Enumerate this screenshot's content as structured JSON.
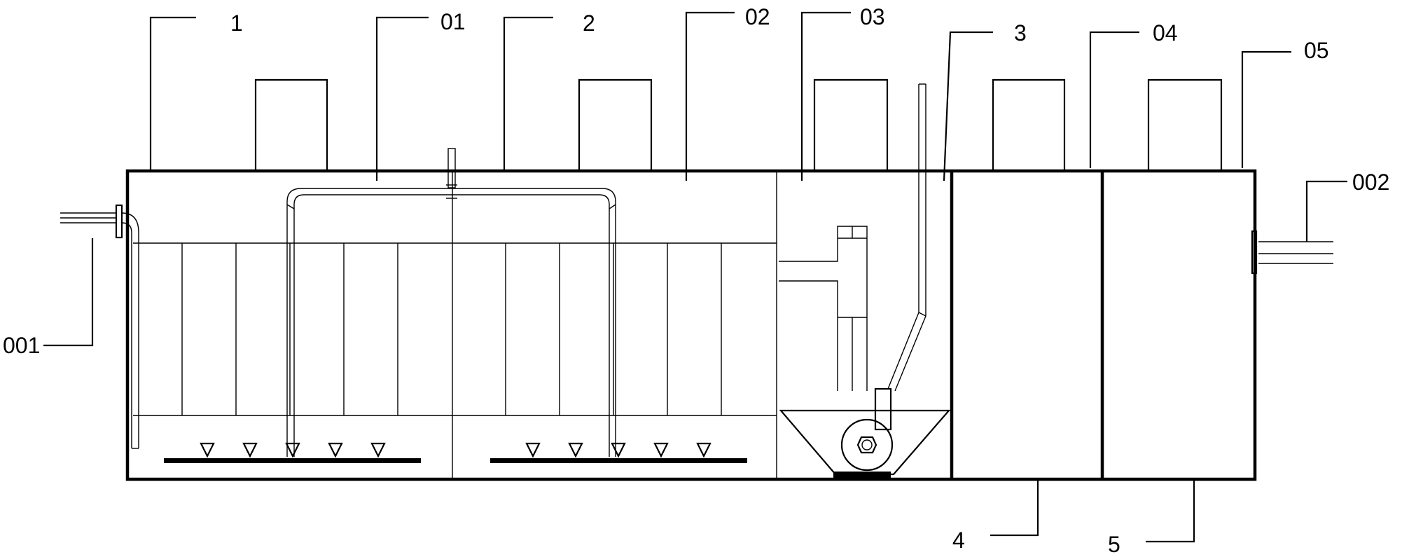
{
  "diagram": {
    "labels": {
      "tank_1": "1",
      "tank_2": "2",
      "tank_3": "3",
      "tank_4": "4",
      "tank_5": "5",
      "label_01": "01",
      "label_02": "02",
      "label_03": "03",
      "label_04": "04",
      "label_05": "05",
      "inlet_001": "001",
      "outlet_002": "002"
    },
    "colors": {
      "line": "#000000",
      "background": "#ffffff"
    }
  }
}
